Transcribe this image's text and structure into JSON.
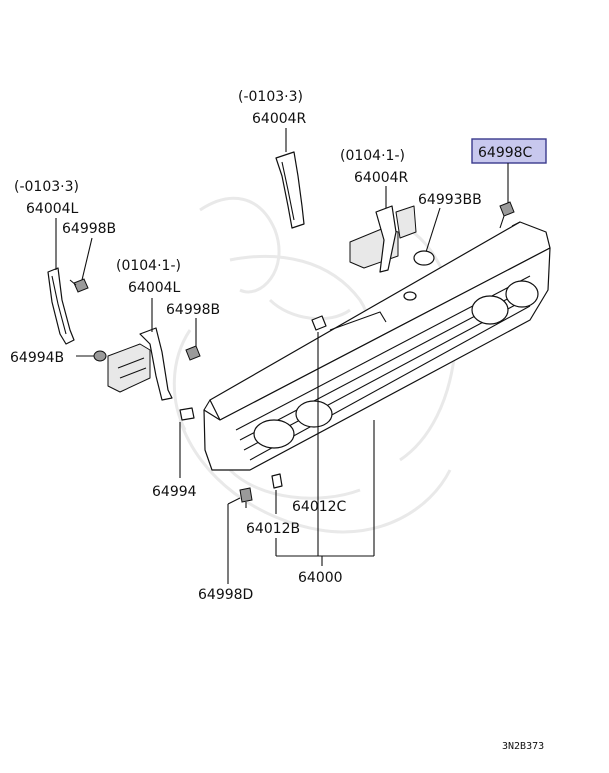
{
  "labels": {
    "range_l_old": "(-0103·3)",
    "part_64004L_old": "64004L",
    "part_64998B_left": "64998B",
    "range_l_new": "(0104·1-)",
    "part_64004L_new": "64004L",
    "part_64998B_mid": "64998B",
    "part_64994B": "64994B",
    "part_64994": "64994",
    "range_r_old": "(-0103·3)",
    "part_64004R_old": "64004R",
    "range_r_new": "(0104·1-)",
    "part_64004R_new": "64004R",
    "part_64993BB": "64993BB",
    "part_64998C": "64998C",
    "part_64012C": "64012C",
    "part_64012B": "64012B",
    "part_64000": "64000",
    "part_64998D": "64998D",
    "diagram_code": "3N2B373"
  },
  "colors": {
    "highlight_fill": "#c8c8ee",
    "highlight_border": "#3a3a8c",
    "line": "#111111",
    "watermark": "#e9e9e9"
  }
}
